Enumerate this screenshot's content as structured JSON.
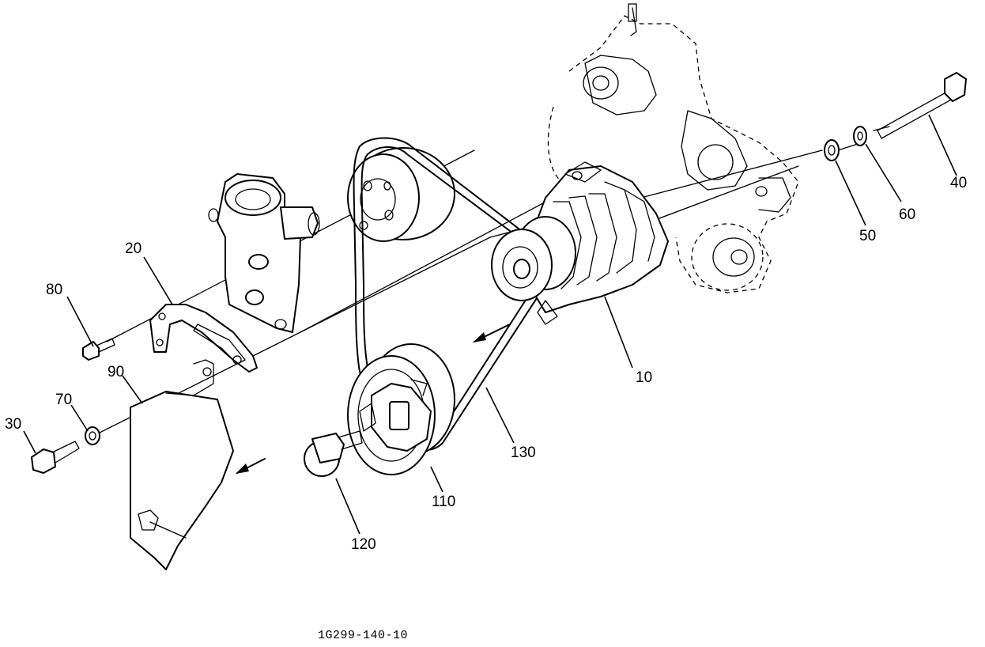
{
  "callouts": {
    "c10": "10",
    "c20": "20",
    "c30": "30",
    "c40": "40",
    "c50": "50",
    "c60": "60",
    "c70": "70",
    "c80": "80",
    "c90": "90",
    "c110": "110",
    "c120": "120",
    "c130": "130"
  },
  "drawing_id": "1G299-140-10"
}
